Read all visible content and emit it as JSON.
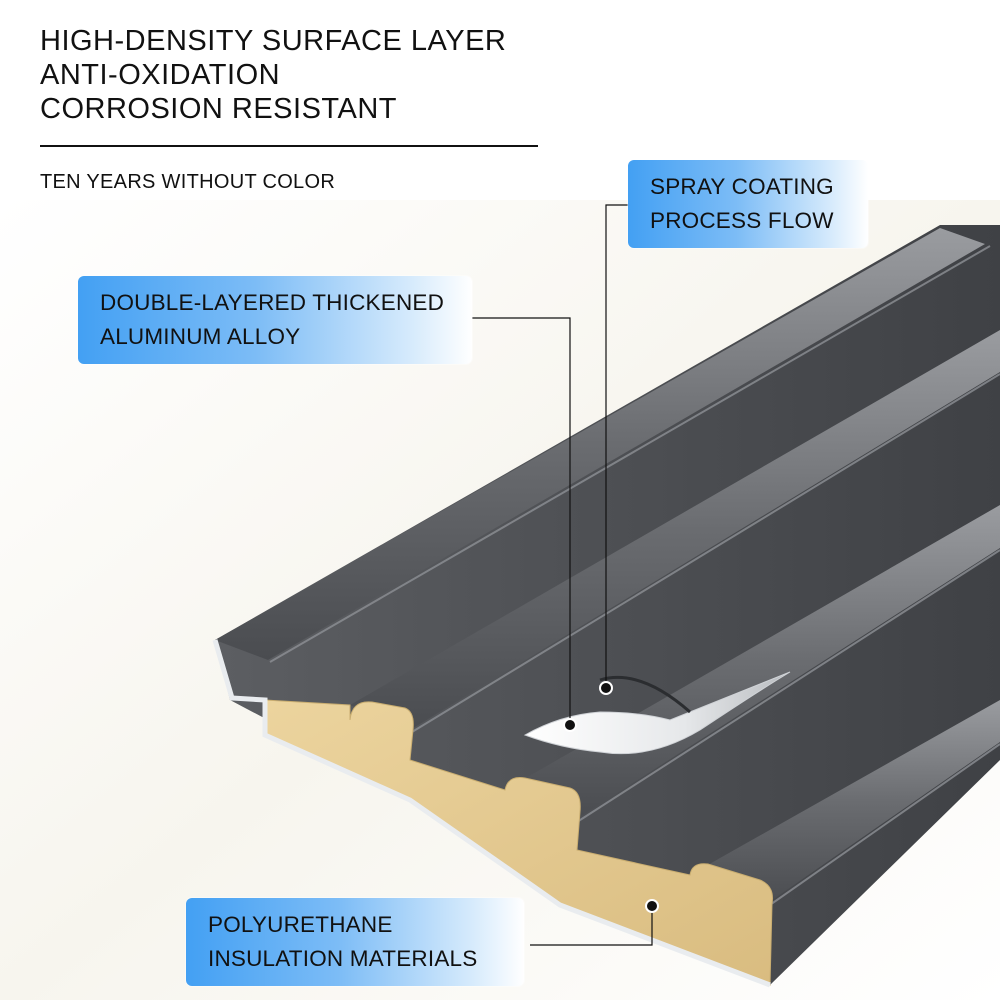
{
  "headline": {
    "line1": "HIGH-DENSITY SURFACE LAYER",
    "line2": "ANTI-OXIDATION",
    "line3": "CORROSION RESISTANT"
  },
  "tagline": "TEN YEARS WITHOUT COLOR",
  "callouts": {
    "spray_coating": {
      "line1": "SPRAY COATING",
      "line2": "PROCESS FLOW"
    },
    "aluminum": {
      "line1": "DOUBLE-LAYERED THICKENED",
      "line2": "ALUMINUM ALLOY"
    },
    "polyurethane": {
      "line1": "POLYURETHANE",
      "line2": "INSULATION MATERIALS"
    }
  },
  "colors": {
    "panel": "#56585c",
    "panel_highlight": "#8a8d92",
    "foam": "#e3c88f",
    "callout_blue": "#43a0f3",
    "text": "#111111"
  }
}
